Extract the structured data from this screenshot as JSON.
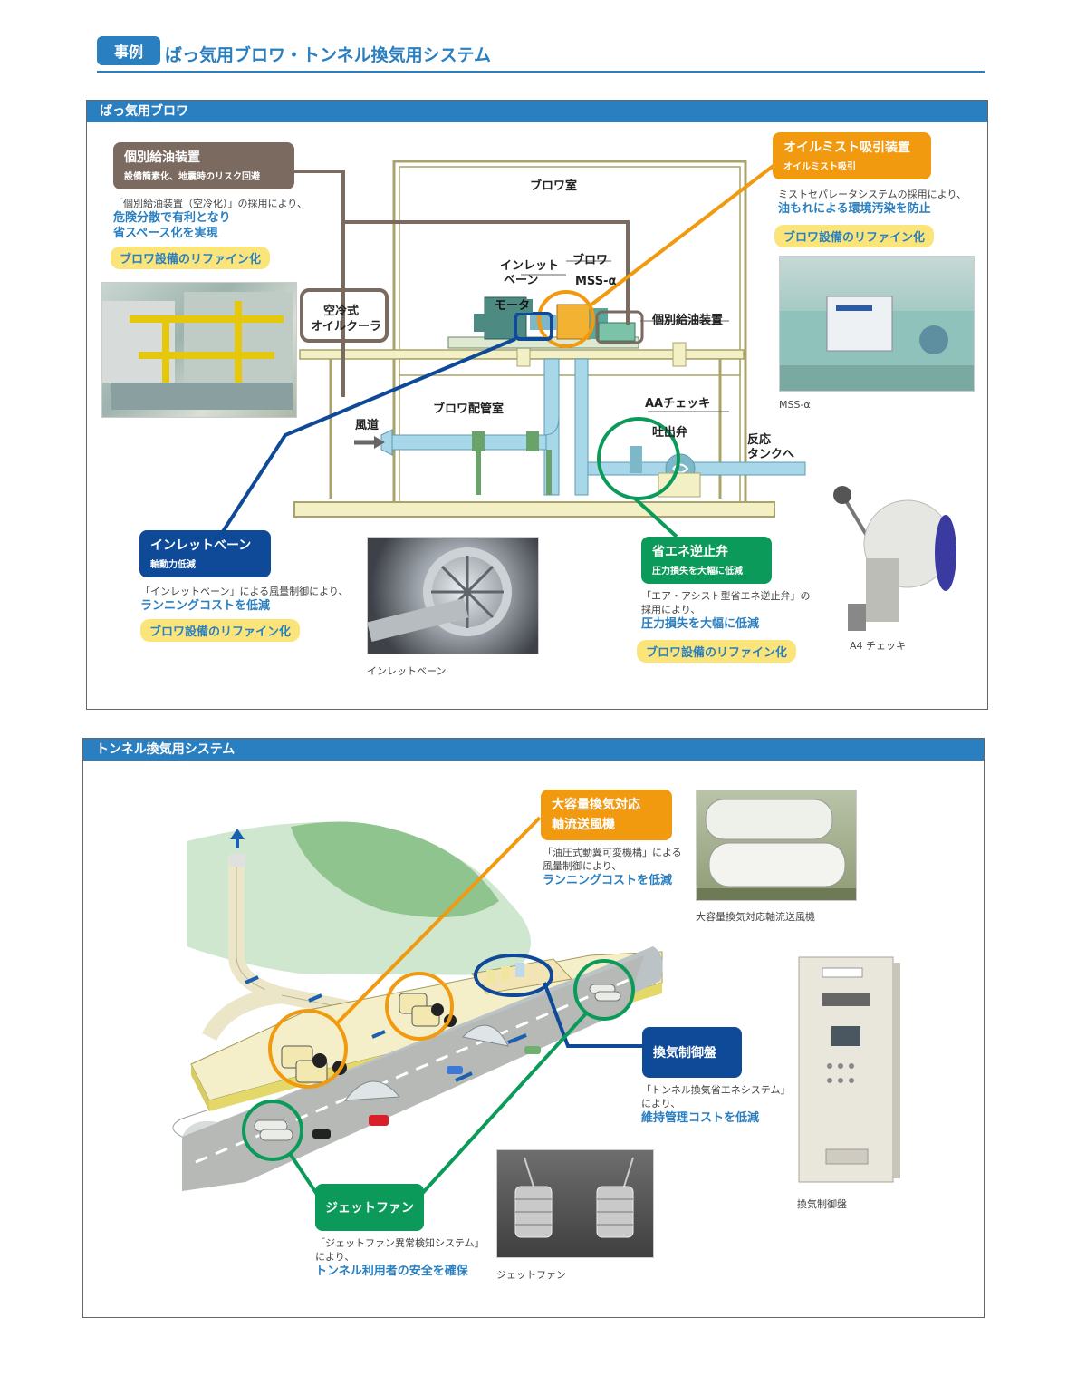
{
  "header": {
    "tag": "事例",
    "title": "ばっ気用ブロワ・トンネル換気用システム"
  },
  "blower": {
    "section_title": "ばっ気用ブロワ",
    "oil_unit": {
      "title": "個別給油装置",
      "subtitle": "設備簡素化、地震時のリスク回避",
      "desc1": "「個別給油装置（空冷化）」の採用により、",
      "desc2": "危険分散で有利となり",
      "desc3": "省スペース化を実現",
      "pill": "ブロワ設備のリファイン化"
    },
    "oil_mist": {
      "title": "オイルミスト吸引装置",
      "subtitle": "オイルミスト吸引",
      "desc1": "ミストセパレータシステムの採用により、",
      "desc2": "油もれによる環境汚染を防止",
      "pill": "ブロワ設備のリファイン化",
      "caption": "MSS-α"
    },
    "inlet_vane": {
      "title": "インレットベーン",
      "subtitle": "軸動力低減",
      "desc1": "「インレットベーン」による風量制御により、",
      "desc2": "ランニングコストを低減",
      "pill": "ブロワ設備のリファイン化",
      "caption": "インレットベーン"
    },
    "check_valve": {
      "title": "省エネ逆止弁",
      "subtitle": "圧力損失を大幅に低減",
      "desc1": "「エア・アシスト型省エネ逆止弁」の",
      "desc1b": "採用により、",
      "desc2": "圧力損失を大幅に低減",
      "pill": "ブロワ設備のリファイン化",
      "caption": "A4 チェッキ"
    },
    "diagram": {
      "blower_room": "ブロワ室",
      "piping_room": "ブロワ配管室",
      "inlet": "インレット",
      "vane": "ベーン",
      "blower": "ブロワ",
      "mss": "MSS-α",
      "motor": "モータ",
      "oil_unit": "個別給油装置",
      "cooler1": "空冷式",
      "cooler2": "オイルクーラ",
      "duct": "風道",
      "aa_check": "AAチェッキ",
      "discharge": "吐出弁",
      "tank1": "反応",
      "tank2": "タンクへ"
    }
  },
  "tunnel": {
    "section_title": "トンネル換気用システム",
    "axial_fan": {
      "title1": "大容量換気対応",
      "title2": "軸流送風機",
      "desc1": "「油圧式動翼可変機構」による",
      "desc1b": "風量制御により、",
      "desc2": "ランニングコストを低減",
      "caption": "大容量換気対応軸流送風機"
    },
    "control_panel": {
      "title": "換気制御盤",
      "desc1": "「トンネル換気省エネシステム」",
      "desc1b": "により、",
      "desc2": "維持管理コストを低減",
      "caption": "換気制御盤"
    },
    "jet_fan": {
      "title": "ジェットファン",
      "desc1": "「ジェットファン異常検知システム」",
      "desc1b": "により、",
      "desc2": "トンネル利用者の安全を確保",
      "caption": "ジェットファン"
    }
  },
  "colors": {
    "blue": "#2a7fc0",
    "brown": "#7a6a60",
    "orange": "#f19a10",
    "navy": "#0f4a99",
    "green": "#0c9a5a",
    "pill": "#fbe57a"
  }
}
